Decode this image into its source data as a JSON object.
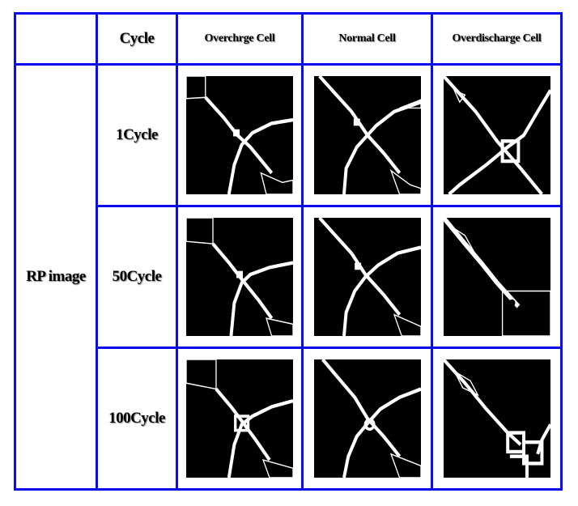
{
  "header": {
    "empty": "",
    "cycle": "Cycle",
    "columns": [
      "Overchrge Cell",
      "Normal Cell",
      "Overdischarge Cell"
    ]
  },
  "row_group_label": "RP image",
  "rows": [
    {
      "cycle": "1Cycle"
    },
    {
      "cycle": "50Cycle"
    },
    {
      "cycle": "100Cycle"
    }
  ],
  "colors": {
    "border": "#0a0af0",
    "image_bg": "#000000",
    "image_fg": "#ffffff"
  }
}
